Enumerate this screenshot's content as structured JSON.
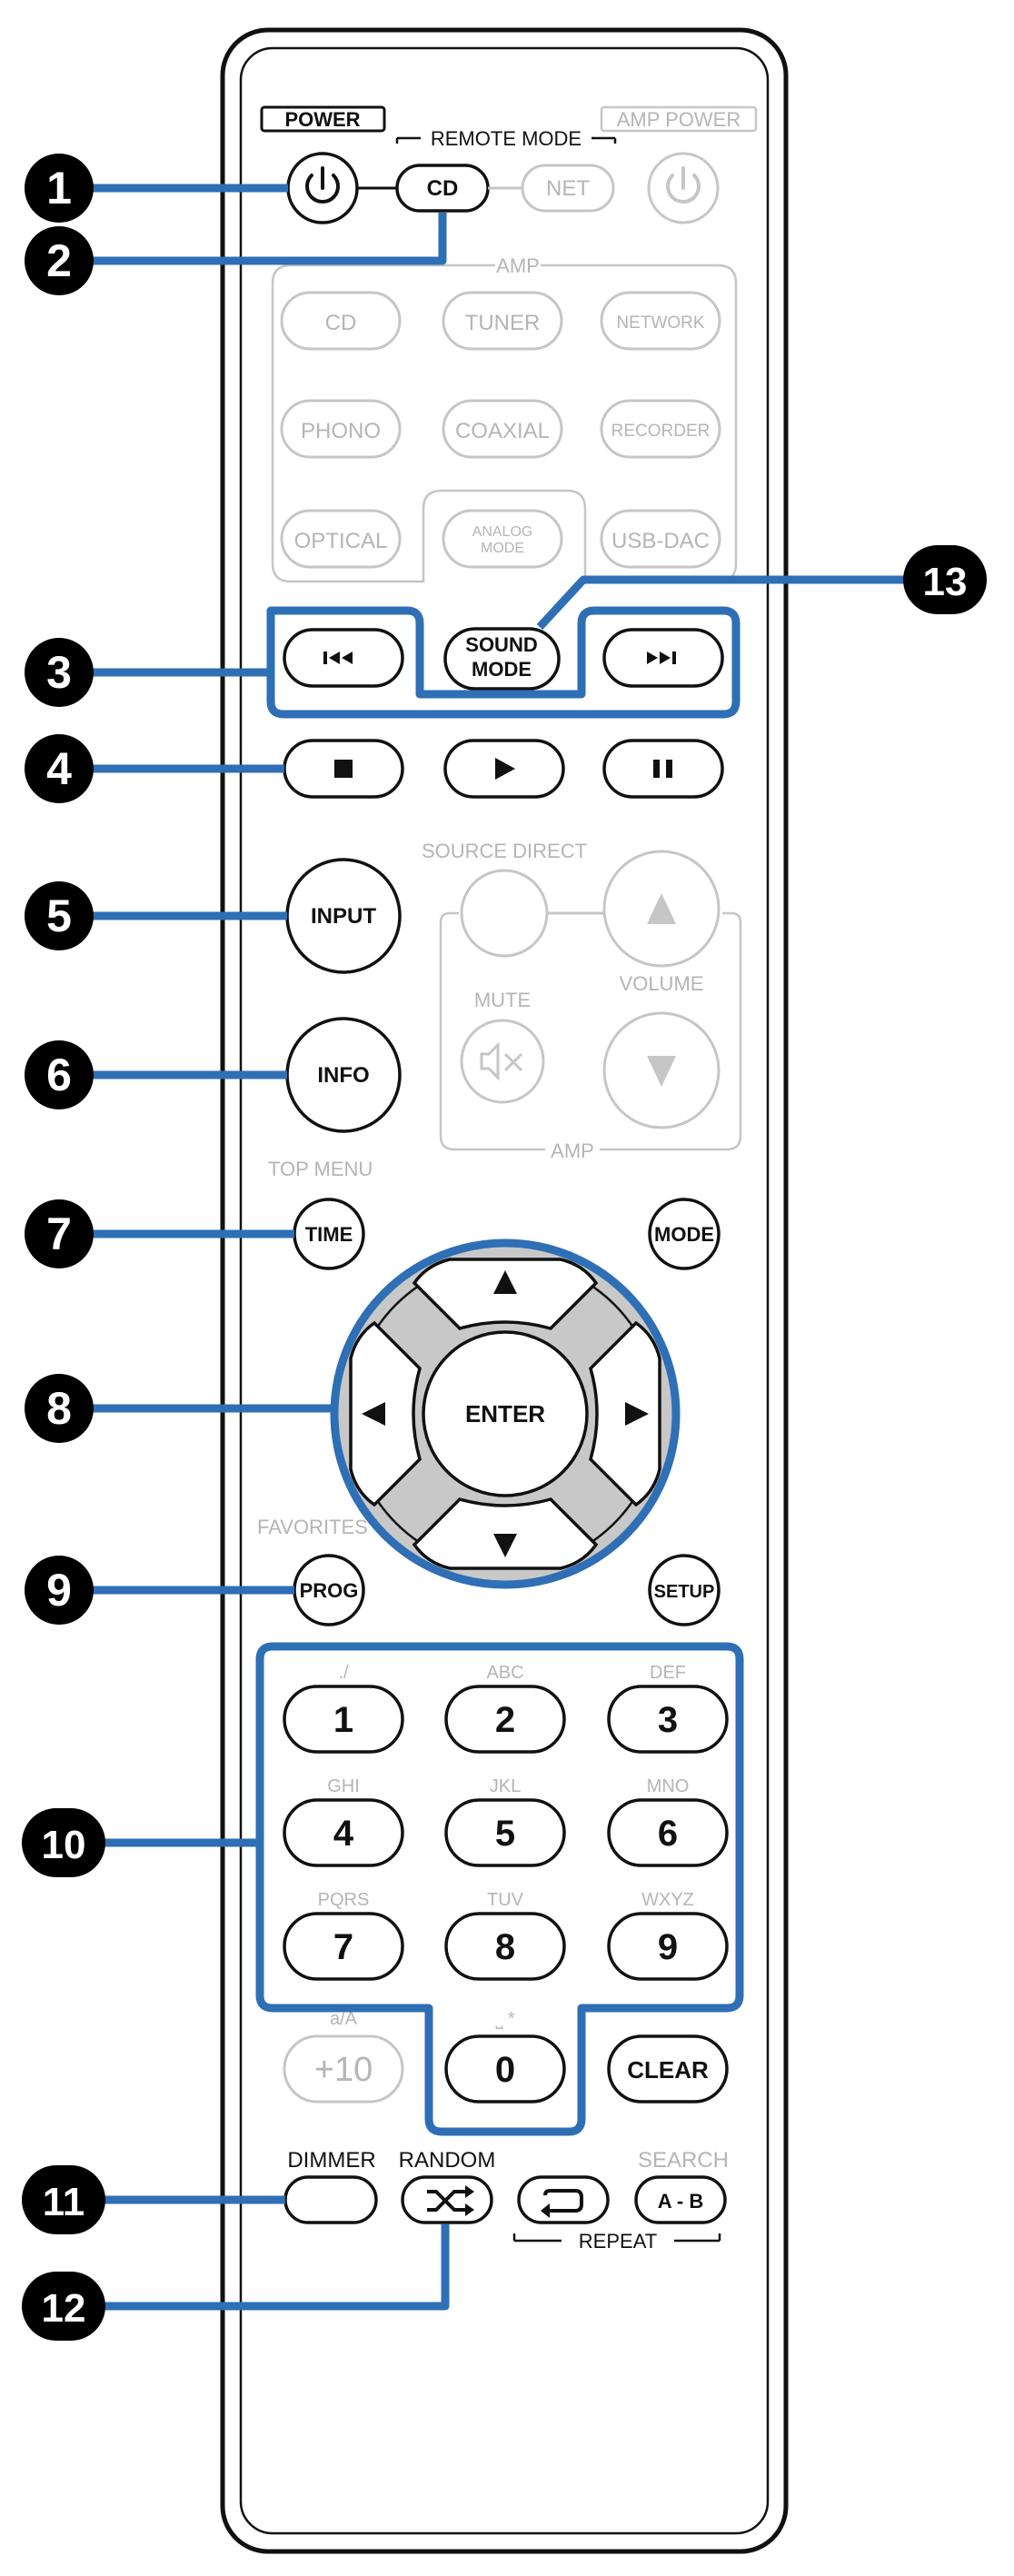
{
  "top": {
    "power_label": "POWER",
    "remote_mode_label": "REMOTE MODE",
    "amp_power_label": "AMP POWER",
    "cd_label": "CD",
    "net_label": "NET"
  },
  "amp_section": {
    "label": "AMP",
    "buttons": [
      "CD",
      "TUNER",
      "NETWORK",
      "PHONO",
      "COAXIAL",
      "RECORDER",
      "OPTICAL",
      "ANALOG MODE",
      "USB-DAC"
    ]
  },
  "sound_mode_label": "SOUND MODE",
  "source_direct_label": "SOURCE DIRECT",
  "mute_label": "MUTE",
  "volume_label": "VOLUME",
  "amp_label_2": "AMP",
  "input_label": "INPUT",
  "info_label": "INFO",
  "top_menu_label": "TOP MENU",
  "time_label": "TIME",
  "mode_label": "MODE",
  "enter_label": "ENTER",
  "favorites_label": "FAVORITES",
  "prog_label": "PROG",
  "setup_label": "SETUP",
  "numpad": {
    "keys": [
      "1",
      "2",
      "3",
      "4",
      "5",
      "6",
      "7",
      "8",
      "9"
    ],
    "letters": [
      "./",
      "ABC",
      "DEF",
      "GHI",
      "JKL",
      "MNO",
      "PQRS",
      "TUV",
      "WXYZ"
    ],
    "plus10": "+10",
    "plus10_sub": "a/A",
    "zero": "0",
    "zero_sub": "⎵ *",
    "clear": "CLEAR"
  },
  "dimmer_label": "DIMMER",
  "random_label": "RANDOM",
  "search_label": "SEARCH",
  "ab_label": "A - B",
  "repeat_label": "REPEAT",
  "callouts": [
    "1",
    "2",
    "3",
    "4",
    "5",
    "6",
    "7",
    "8",
    "9",
    "10",
    "11",
    "12",
    "13"
  ],
  "colors": {
    "callout": "#2e6fb5",
    "dark": "#111111",
    "light_gray": "#c6c6c6",
    "dpad_ring": "#c8c8c8"
  }
}
